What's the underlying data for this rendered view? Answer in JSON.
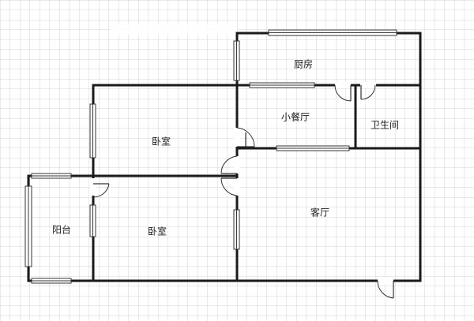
{
  "rooms": {
    "kitchen": "厨房",
    "dining": "小餐厅",
    "bathroom": "卫生间",
    "bedroom_upper": "卧室",
    "bedroom_lower": "卧室",
    "balcony": "阳台",
    "living": "客厅"
  },
  "colors": {
    "grid": "#c8c8c8",
    "wall": "#1a1a1a",
    "background": "#ffffff"
  }
}
